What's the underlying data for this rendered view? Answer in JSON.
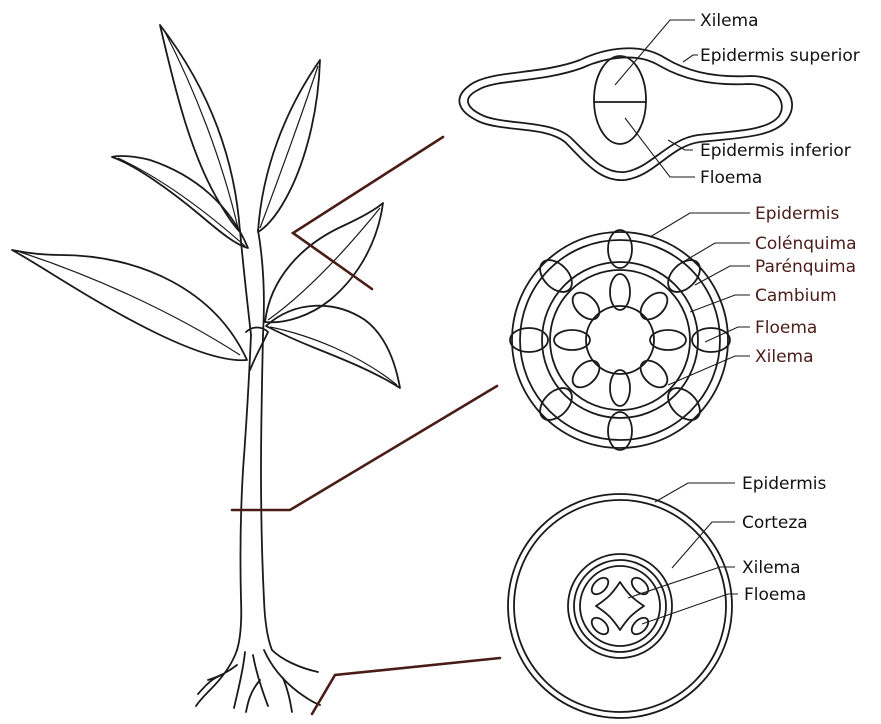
{
  "leaf_section": {
    "labels": {
      "xylem": "Xilema",
      "upper_epidermis": "Epidermis superior",
      "lower_epidermis": "Epidermis inferior",
      "phloem": "Floema"
    }
  },
  "stem_section": {
    "labels": {
      "epidermis": "Epidermis",
      "collenchyma": "Colénquima",
      "parenchyma": "Parénquima",
      "cambium": "Cambium",
      "phloem": "Floema",
      "xylem": "Xilema"
    }
  },
  "root_section": {
    "labels": {
      "epidermis": "Epidermis",
      "cortex": "Corteza",
      "xylem": "Xilema",
      "phloem": "Floema"
    }
  },
  "colors": {
    "outline": "#1a1a1a",
    "pointer_lines": "#4a1c17",
    "stem_label_text": "#4a1c17"
  }
}
